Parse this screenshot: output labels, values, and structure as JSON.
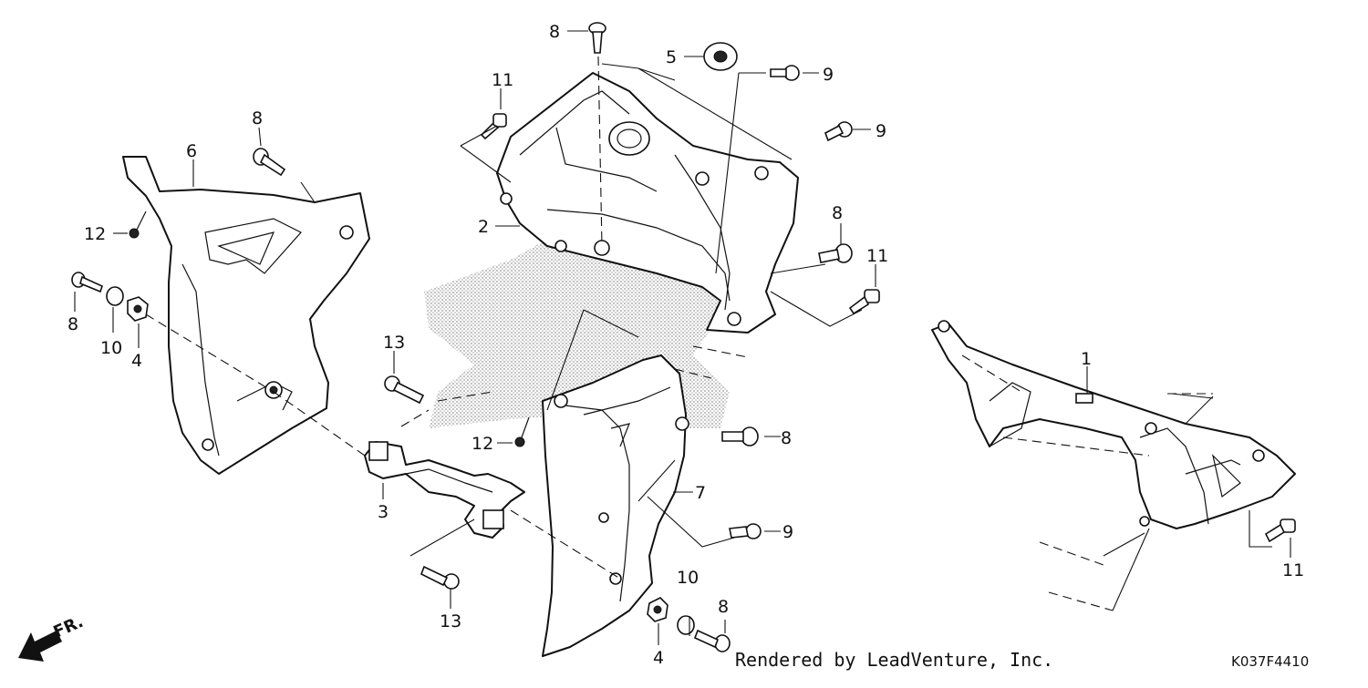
{
  "callouts": {
    "c1": "1",
    "c2": "2",
    "c3": "3",
    "c4a": "4",
    "c4b": "4",
    "c5": "5",
    "c6": "6",
    "c7": "7",
    "c8a": "8",
    "c8b": "8",
    "c8c": "8",
    "c8d": "8",
    "c8e": "8",
    "c8f": "8",
    "c9a": "9",
    "c9b": "9",
    "c9c": "9",
    "c10a": "10",
    "c10b": "10",
    "c11a": "11",
    "c11b": "11",
    "c11c": "11",
    "c12a": "12",
    "c12b": "12",
    "c13a": "13",
    "c13b": "13"
  },
  "direction_label": "FR.",
  "footer": {
    "credit": "Rendered by LeadVenture, Inc.",
    "diagram_code": "K037F4410"
  },
  "colors": {
    "line": "#111111",
    "background": "#ffffff",
    "shade": "#bbbbbb"
  }
}
